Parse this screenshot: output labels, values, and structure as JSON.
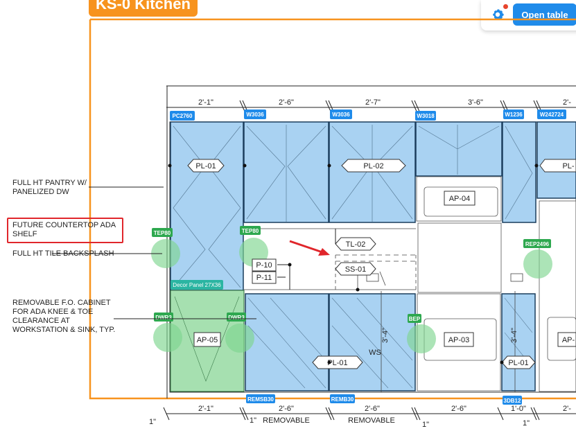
{
  "title": "KS-0 Kitchen",
  "toolbar": {
    "open_table_label": "Open table",
    "settings_icon": "gear-icon",
    "notification": true
  },
  "notes": {
    "pantry": "FULL HT PANTRY W/ PANELIZED DW",
    "ada_shelf": "FUTURE COUNTERTOP ADA SHELF",
    "backsplash": "FULL HT TILE BACKSPLASH",
    "removable_cabinet": "REMOVABLE F.O. CABINET FOR ADA KNEE & TOE CLEARANCE AT WORKSTATION & SINK, TYP."
  },
  "dimensions_top": [
    "2'-1\"",
    "2'-6\"",
    "2'-7\"",
    "3'-6\"",
    "2'-"
  ],
  "dimensions_bottom": [
    "2'-1\"",
    "2'-6\"",
    "2'-6\"",
    "2'-6\"",
    "1'-0\"",
    "2'-"
  ],
  "dimensions_small": [
    "1\"",
    "1\"",
    "1\"",
    "1\""
  ],
  "removable_labels": [
    "REMOVABLE",
    "REMOVABLE"
  ],
  "vertical_dims": [
    "3'-4\"",
    "3'-4\""
  ],
  "ws_label": "WS",
  "blue_tags_top": [
    "PC2760",
    "W3036",
    "W3036",
    "W3018",
    "W1236",
    "W242724"
  ],
  "blue_tags_bottom": [
    "REMSB30",
    "REMB30",
    "3DB12"
  ],
  "green_tags": [
    "TEP80",
    "TEP80",
    "REP2496",
    "DWR3",
    "DWR3",
    "BEP"
  ],
  "decor_panel": "Decor Panel 27X36",
  "callouts": {
    "pl01_a": "PL-01",
    "pl02": "PL-02",
    "pl_edge": "PL-",
    "ap04": "AP-04",
    "tl02": "TL-02",
    "ss01": "SS-01",
    "p10": "P-10",
    "p11": "P-11",
    "ap05": "AP-05",
    "pl01_b": "PL-01",
    "ap03": "AP-03",
    "pl01_c": "PL-01",
    "ap_edge": "AP-"
  },
  "colors": {
    "orange": "#f7931e",
    "blue_fill": "#a9d2f2",
    "blue_tag": "#1f8bea",
    "green_tag": "#2ea84f",
    "green_fill": "#a6e0b0",
    "red": "#e0262b"
  }
}
